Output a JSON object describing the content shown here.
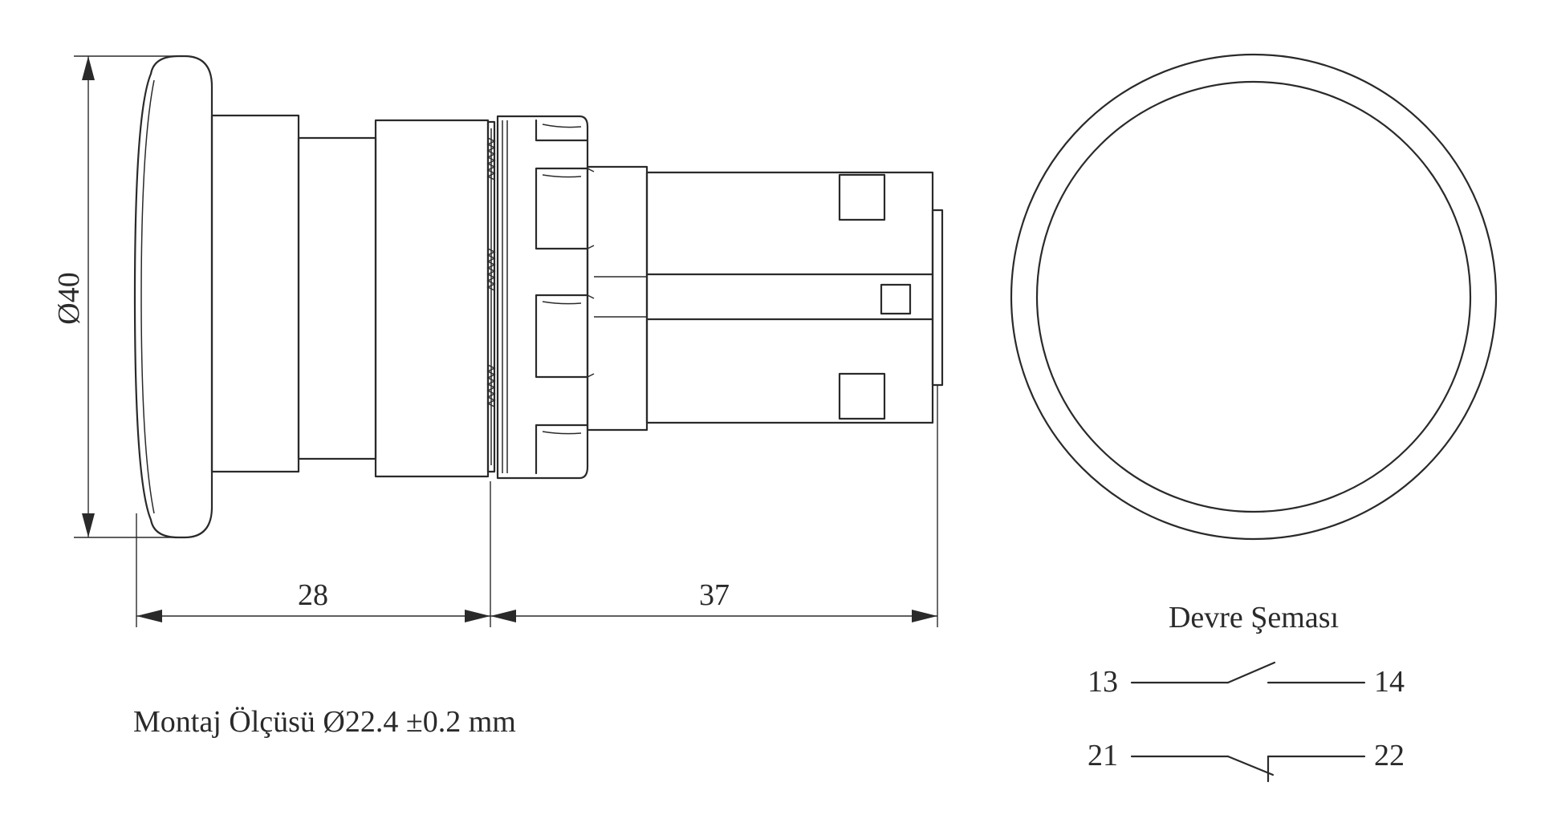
{
  "diagram": {
    "diameter_label": "Ø40",
    "dim_front_length": "28",
    "dim_rear_length": "37",
    "mounting_text": "Montaj Ölçüsü Ø22.4 ±0.2 mm",
    "circuit": {
      "title": "Devre Şeması",
      "no_contact": {
        "left": "13",
        "right": "14"
      },
      "nc_contact": {
        "left": "21",
        "right": "22"
      }
    }
  },
  "colors": {
    "line": "#2a2a2a",
    "background": "#ffffff"
  }
}
